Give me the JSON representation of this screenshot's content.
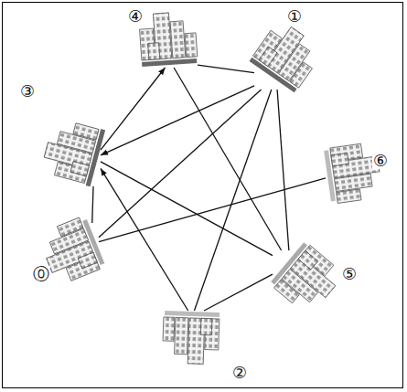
{
  "diagram": {
    "nodes": [
      {
        "text": [
          "④"
        ]
      },
      {
        "text": [
          "①"
        ]
      },
      {
        "text": [
          "③"
        ]
      },
      {
        "text": [
          "⑥"
        ]
      },
      {
        "text": [
          "⓪"
        ]
      },
      {
        "text": [
          "⑤"
        ]
      },
      {
        "text": [
          "②"
        ]
      }
    ],
    "edges": [
      {
        "from": 2,
        "to": 0,
        "arrow": "to"
      },
      {
        "from": 1,
        "to": 2,
        "arrow": "to"
      },
      {
        "from": 0,
        "to": 1,
        "arrow": "none"
      },
      {
        "from": 1,
        "to": 4,
        "arrow": "none"
      },
      {
        "from": 1,
        "to": 6,
        "arrow": "none"
      },
      {
        "from": 1,
        "to": 5,
        "arrow": "none"
      },
      {
        "from": 2,
        "to": 5,
        "arrow": "none"
      },
      {
        "from": 0,
        "to": 5,
        "arrow": "none"
      },
      {
        "from": 4,
        "to": 3,
        "arrow": "none"
      },
      {
        "from": 6,
        "to": 2,
        "arrow": "to"
      },
      {
        "from": 6,
        "to": 5,
        "arrow": "none"
      },
      {
        "from": 2,
        "to": 4,
        "arrow": "none"
      }
    ]
  }
}
